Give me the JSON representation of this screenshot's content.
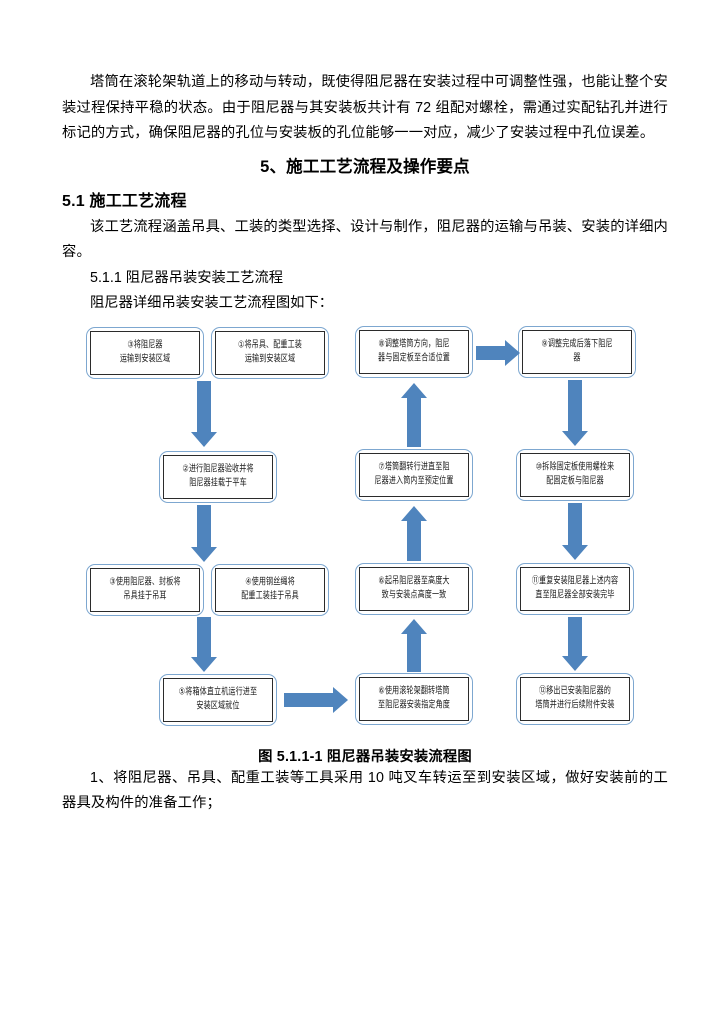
{
  "document": {
    "intro_paragraph": "塔筒在滚轮架轨道上的移动与转动，既使得阻尼器在安装过程中可调整性强，也能让整个安装过程保持平稳的状态。由于阻尼器与其安装板共计有 72 组配对螺栓，需通过实配钻孔并进行标记的方式，确保阻尼器的孔位与安装板的孔位能够一一对应，减少了安装过程中孔位误差。",
    "section_heading": "5、施工工艺流程及操作要点",
    "subsection_heading": "5.1 施工工艺流程",
    "subsection_paragraph": "该工艺流程涵盖吊具、工装的类型选择、设计与制作，阻尼器的运输与吊装、安装的详细内容。",
    "item_heading": "5.1.1 阻尼器吊装安装工艺流程",
    "item_lead": "阻尼器详细吊装安装工艺流程图如下：",
    "figure_caption": "图 5.1.1-1 阻尼器吊装安装流程图",
    "closing_paragraph": "1、将阻尼器、吊具、配重工装等工具采用 10 吨叉车转运至到安装区域，做好安装前的工器具及构件的准备工作；"
  },
  "flowchart": {
    "accent_color": "#4f84bd",
    "border_color": "#7da7d0",
    "nodes": [
      {
        "id": "n1",
        "line1": "③将阻尼器",
        "line2": "运输到安装区域"
      },
      {
        "id": "n2",
        "line1": "①将吊具、配重工装",
        "line2": "运输到安装区域"
      },
      {
        "id": "n8",
        "line1": "⑧调整塔筒方向，阻尼",
        "line2": "器与固定板至合适位置"
      },
      {
        "id": "n9",
        "line1": "⑨调整完成后落下阻尼",
        "line2": "器"
      },
      {
        "id": "n4",
        "line1": "②进行阻尼器验收并将",
        "line2": "阻尼器挂载于平车"
      },
      {
        "id": "n7",
        "line1": "⑦塔筒翻转行进直至阻",
        "line2": "尼器进入筒内至预定位置"
      },
      {
        "id": "n10",
        "line1": "⑩拆除固定板使用螺栓来",
        "line2": "配固定板与阻尼器"
      },
      {
        "id": "n5",
        "line1": "③使用阻尼器、封板将",
        "line2": "吊具挂于吊耳"
      },
      {
        "id": "n6",
        "line1": "④使用钢丝绳将",
        "line2": "配重工装挂于吊具"
      },
      {
        "id": "n11",
        "line1": "⑥起吊阻尼器至高度大",
        "line2": "致与安装点高度一致"
      },
      {
        "id": "n12",
        "line1": "⑪重复安装阻尼器上述内容",
        "line2": "直至阻尼器全部安装完毕"
      },
      {
        "id": "n13",
        "line1": "⑤将箱体直立机运行进至",
        "line2": "安装区域就位"
      },
      {
        "id": "n14",
        "line1": "⑥使用滚轮架翻转塔筒",
        "line2": "至阻尼器安装指定角度"
      },
      {
        "id": "n15",
        "line1": "⑫移出已安装阻尼器的",
        "line2": "塔筒并进行后续附件安装"
      }
    ]
  }
}
